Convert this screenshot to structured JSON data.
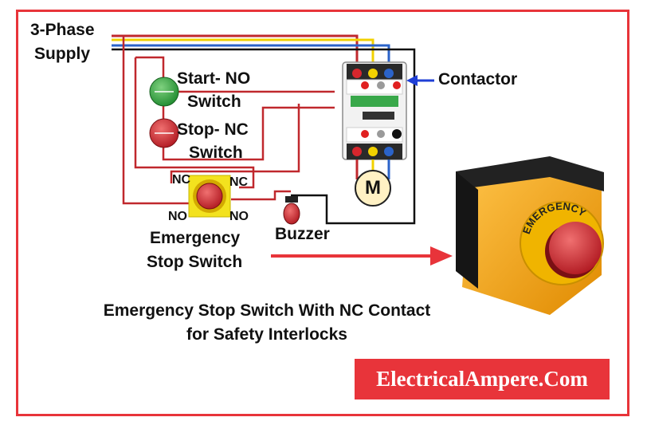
{
  "labels": {
    "supply_line1": "3-Phase",
    "supply_line2": "Supply",
    "start_line1": "Start- NO",
    "start_line2": "Switch",
    "stop_line1": "Stop- NC",
    "stop_line2": "Switch",
    "contactor": "Contactor",
    "nc_left": "NC",
    "nc_right": "NC",
    "no_left": "NO",
    "no_right": "NO",
    "estop_line1": "Emergency",
    "estop_line2": "Stop Switch",
    "buzzer": "Buzzer",
    "motor": "M",
    "caption_line1": "Emergency Stop Switch With NC Contact",
    "caption_line2": "for Safety Interlocks"
  },
  "brand": "ElectricalAmpere.Com",
  "icons": {
    "start_button": "green-pushbutton-icon",
    "stop_button": "red-pushbutton-icon",
    "estop_small": "emergency-stop-button-icon",
    "buzzer": "buzzer-icon",
    "contactor": "contactor-icon",
    "motor": "motor-icon",
    "estop_photo": "emergency-stop-box-icon"
  },
  "estop_ring_text": "EMERGENCY",
  "colors": {
    "frame": "#e8343a",
    "wire_red": "#c0282d",
    "wire_yellow": "#f2d100",
    "wire_blue": "#2b63c9",
    "wire_black": "#111111",
    "estop_yellow": "#f5a623",
    "arrow_red": "#e8343a",
    "arrow_blue": "#1f3fd6"
  }
}
